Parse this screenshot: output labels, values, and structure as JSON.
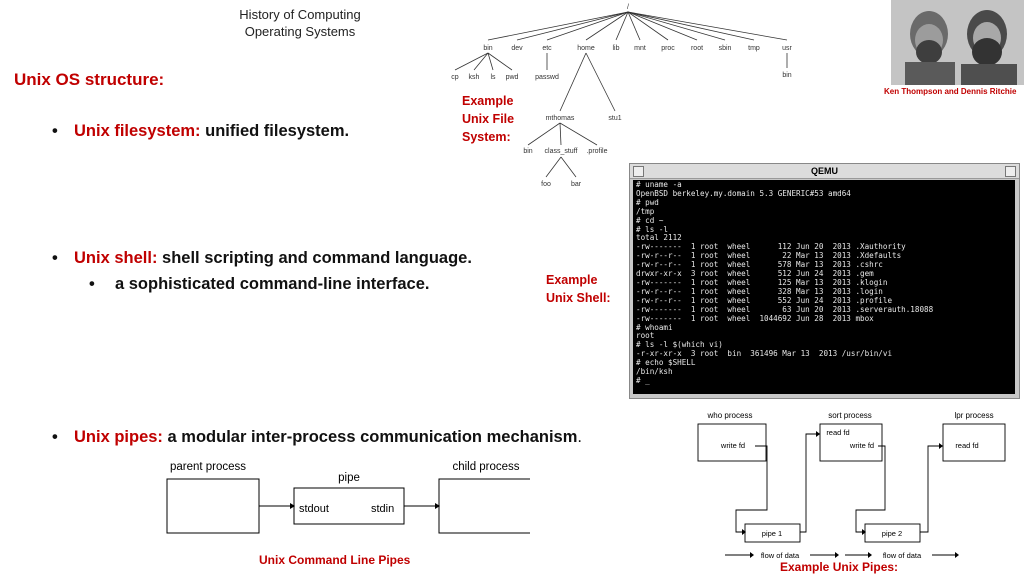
{
  "header": {
    "line1": "History of Computing",
    "line2": "Operating Systems"
  },
  "section_title": "Unix OS structure:",
  "bullets": {
    "filesystem": {
      "keyword": "Unix filesystem:",
      "text": "unified filesystem."
    },
    "shell": {
      "keyword": "Unix shell:",
      "text": "shell scripting and command language.",
      "sub": "a sophisticated command-line interface."
    },
    "pipes": {
      "keyword": "Unix pipes:",
      "text": "a modular inter-process communication mechanism",
      "tail": "."
    }
  },
  "fs_tree": {
    "root": "/",
    "level1": [
      "bin",
      "dev",
      "etc",
      "home",
      "lib",
      "mnt",
      "proc",
      "root",
      "sbin",
      "tmp",
      "usr"
    ],
    "bin_children": [
      "cp",
      "ksh",
      "ls",
      "pwd"
    ],
    "etc_children": [
      "passwd"
    ],
    "usr_children": [
      "bin"
    ],
    "home_children": [
      "mthomas",
      "stu1"
    ],
    "mthomas_children": [
      "bin",
      "class_stuff",
      ".profile"
    ],
    "class_stuff_children": [
      "foo",
      "bar"
    ]
  },
  "captions": {
    "fs_example": [
      "Example",
      "Unix File",
      "System:"
    ],
    "shell_example": [
      "Example",
      "Unix Shell:"
    ],
    "photo": "Ken Thompson and Dennis Ritchie",
    "cmd_pipes": "Unix Command Line Pipes",
    "example_pipes": "Example Unix Pipes:"
  },
  "photo": {
    "icon": "portrait-photo"
  },
  "terminal": {
    "title": "QEMU",
    "lines": [
      "# uname -a",
      "OpenBSD berkeley.my.domain 5.3 GENERIC#53 amd64",
      "# pwd",
      "/tmp",
      "# cd ~",
      "# ls -l",
      "total 2112",
      "-rw-------  1 root  wheel      112 Jun 20  2013 .Xauthority",
      "-rw-r--r--  1 root  wheel       22 Mar 13  2013 .Xdefaults",
      "-rw-r--r--  1 root  wheel      578 Mar 13  2013 .cshrc",
      "drwxr-xr-x  3 root  wheel      512 Jun 24  2013 .gem",
      "-rw-------  1 root  wheel      125 Mar 13  2013 .klogin",
      "-rw-r--r--  1 root  wheel      328 Mar 13  2013 .login",
      "-rw-r--r--  1 root  wheel      552 Jun 24  2013 .profile",
      "-rw-------  1 root  wheel       63 Jun 20  2013 .serverauth.18088",
      "-rw-------  1 root  wheel  1044692 Jun 28  2013 mbox",
      "# whoami",
      "root",
      "# ls -l $(which vi)",
      "-r-xr-xr-x  3 root  bin  361496 Mar 13  2013 /usr/bin/vi",
      "# echo $SHELL",
      "/bin/ksh",
      "# _"
    ]
  },
  "cmd_pipe_diagram": {
    "parent": "parent process",
    "child": "child process",
    "pipe": "pipe",
    "stdout": "stdout",
    "stdin": "stdin"
  },
  "proc_pipe_diagram": {
    "who": "who process",
    "sort": "sort process",
    "lpr": "lpr process",
    "write_fd": "write fd",
    "read_fd": "read fd",
    "pipe1": "pipe 1",
    "pipe2": "pipe 2",
    "flow": "flow of data"
  }
}
